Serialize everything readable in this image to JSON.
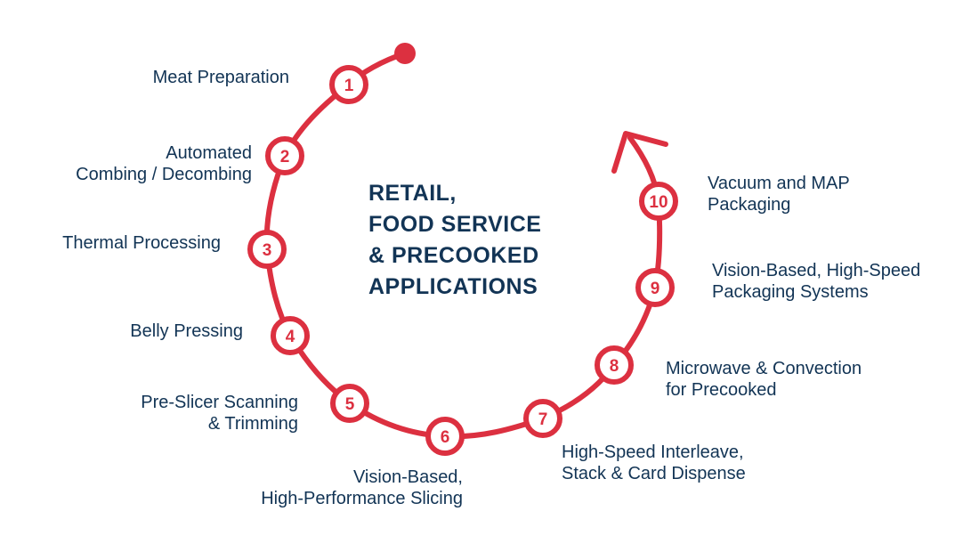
{
  "title": {
    "lines": [
      "RETAIL,",
      "FOOD SERVICE",
      "& PRECOOKED",
      "APPLICATIONS"
    ]
  },
  "colors": {
    "accent": "#dc3040",
    "text": "#123455",
    "background": "#ffffff"
  },
  "steps": [
    {
      "number": "1",
      "lines": [
        "Meat Preparation"
      ]
    },
    {
      "number": "2",
      "lines": [
        "Automated",
        "Combing / Decombing"
      ]
    },
    {
      "number": "3",
      "lines": [
        "Thermal Processing"
      ]
    },
    {
      "number": "4",
      "lines": [
        "Belly Pressing"
      ]
    },
    {
      "number": "5",
      "lines": [
        "Pre-Slicer Scanning",
        "& Trimming"
      ]
    },
    {
      "number": "6",
      "lines": [
        "Vision-Based,",
        "High-Performance Slicing"
      ]
    },
    {
      "number": "7",
      "lines": [
        "High-Speed Interleave,",
        "Stack & Card Dispense"
      ]
    },
    {
      "number": "8",
      "lines": [
        "Microwave & Convection",
        "for Precooked"
      ]
    },
    {
      "number": "9",
      "lines": [
        "Vision-Based, High-Speed",
        "Packaging Systems"
      ]
    },
    {
      "number": "10",
      "lines": [
        "Vacuum and MAP",
        "Packaging"
      ]
    }
  ]
}
